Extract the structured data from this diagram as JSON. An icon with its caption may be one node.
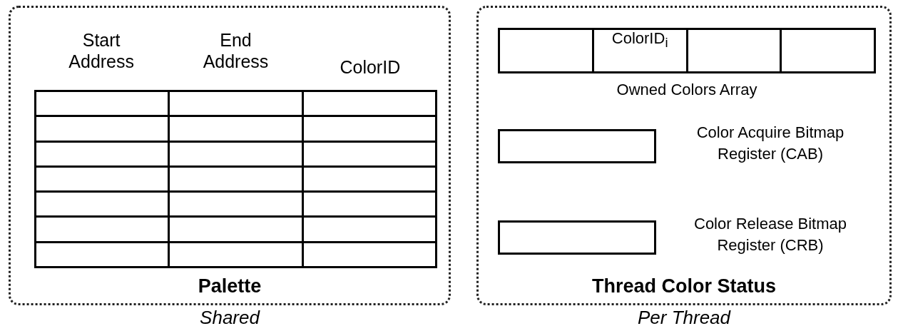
{
  "diagram": {
    "nodes": [
      {
        "text": [
          "Palette"
        ],
        "beside": [
          "Shared"
        ]
      },
      {
        "text": [
          "Start Address",
          "End Address",
          "ColorID"
        ],
        "in": 0
      },
      {
        "text": [
          "Thread Color Status"
        ],
        "beside": [
          "Per Thread"
        ]
      },
      {
        "text": [
          "ColorID$_{i}$"
        ],
        "beside": [
          "Owned Colors Array"
        ],
        "in": 2
      },
      {
        "text": [],
        "shape": "box",
        "beside": [
          "Color Acquire Bitmap Register (CAB)"
        ],
        "in": 2
      },
      {
        "text": [],
        "shape": "box",
        "beside": [
          "Color Release Bitmap Register (CRB)"
        ],
        "in": 2
      }
    ],
    "edges": []
  }
}
